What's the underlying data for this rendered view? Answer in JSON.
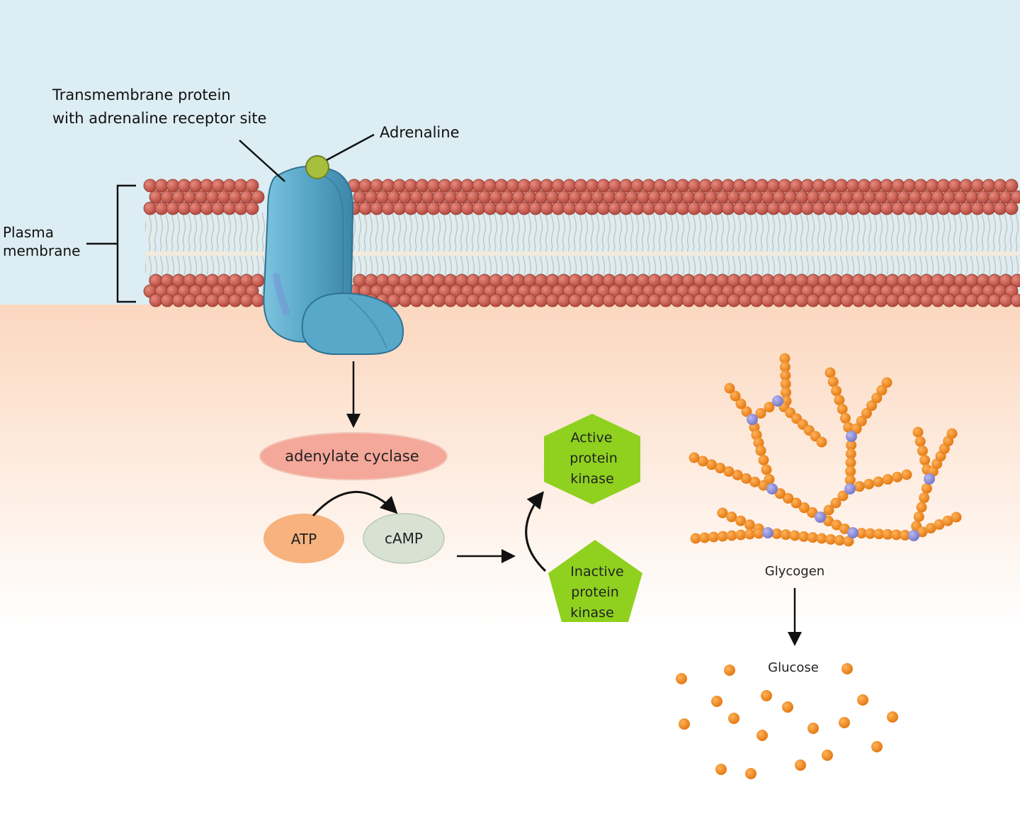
{
  "labels": {
    "transmembrane_protein": [
      "Transmembrane protein",
      "with adrenaline receptor site"
    ],
    "adrenaline": "Adrenaline",
    "plasma_membrane": [
      "Plasma",
      "membrane"
    ],
    "adenylate_cyclase": "adenylate cyclase",
    "atp": "ATP",
    "camp": "cAMP",
    "active_kinase": [
      "Active",
      "protein",
      "kinase"
    ],
    "inactive_kinase": [
      "Inactive",
      "protein",
      "kinase"
    ],
    "glycogen": "Glycogen",
    "glucose": "Glucose"
  },
  "colors": {
    "extracellular": "#dcedf3",
    "cytoplasm": "#fde8d8",
    "phospholipid_head": "#c9574a",
    "lipid_tail": "#d8cfbf",
    "receptor": "#5aa8c8",
    "adrenaline": "#a7bf3c",
    "adenylate_cyclase": "#f4a89a",
    "atp": "#f7b27e",
    "camp": "#d7e2d3",
    "kinase": "#8fd11e",
    "glucose_unit": "#f08a1c",
    "branch_point": "#8f8fd6"
  }
}
